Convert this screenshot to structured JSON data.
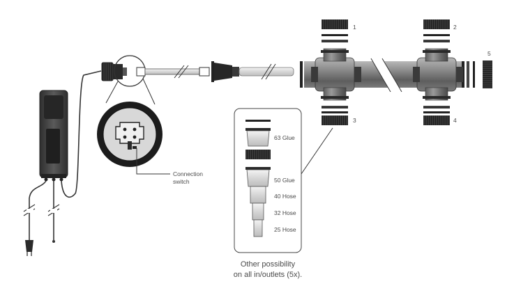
{
  "callouts": {
    "connection_switch_line1": "Connection",
    "connection_switch_line2": "switch"
  },
  "port_numbers": {
    "p1": "1",
    "p2": "2",
    "p3": "3",
    "p4": "4",
    "p5": "5"
  },
  "adapter_options": {
    "glue_63": "63 Glue",
    "glue_50": "50 Glue",
    "hose_40": "40 Hose",
    "hose_32": "32 Hose",
    "hose_25": "25 Hose"
  },
  "caption": {
    "line1": "Other possibility",
    "line2": "on all in/outlets (5x)."
  },
  "colors": {
    "device_dark": "#3c3c3c",
    "tube_gray": "#8a8a8a",
    "glass": "#d9d9d9",
    "line": "#444444"
  }
}
